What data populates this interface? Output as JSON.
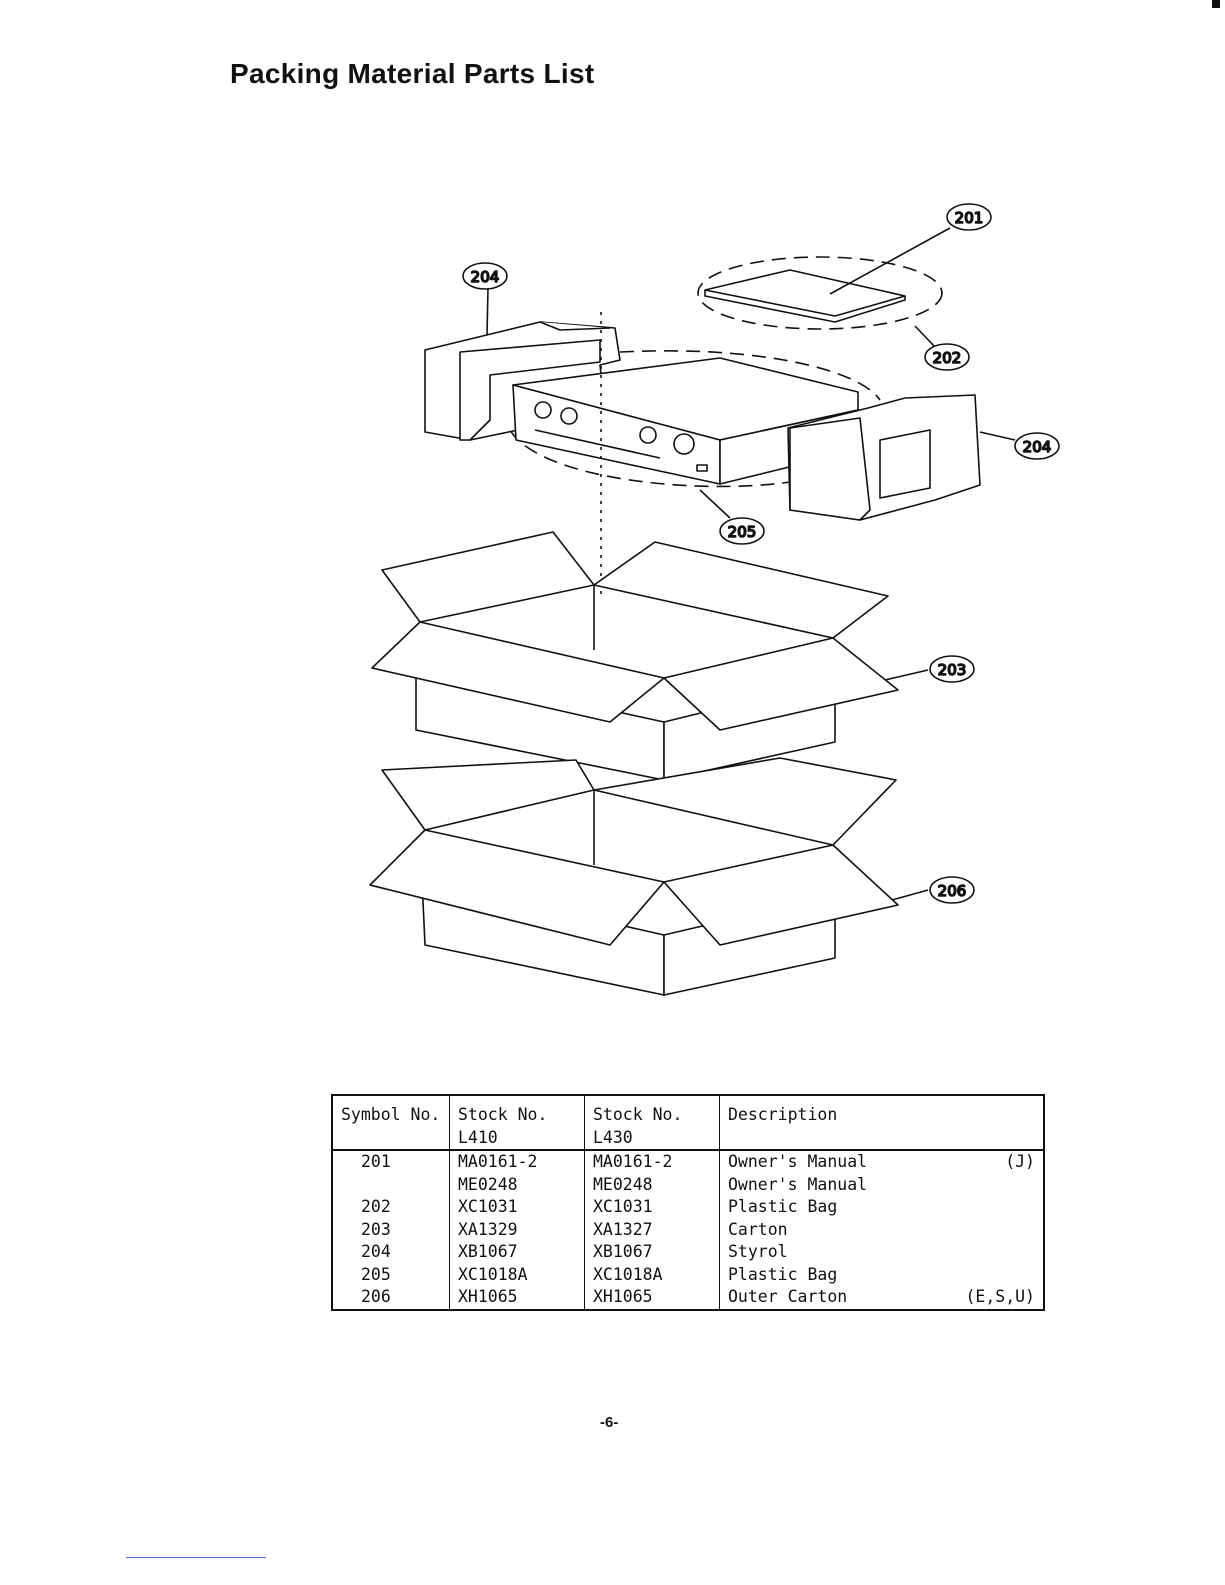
{
  "title": "Packing Material Parts List",
  "diagram": {
    "callouts": [
      "201",
      "202",
      "204",
      "204",
      "205",
      "203",
      "206"
    ]
  },
  "table": {
    "headers": [
      {
        "line1": "Symbol No.",
        "line2": ""
      },
      {
        "line1": "Stock No.",
        "line2": "L410"
      },
      {
        "line1": "Stock No.",
        "line2": "L430"
      },
      {
        "line1": "Description",
        "line2": ""
      }
    ],
    "rows": [
      {
        "symbol": "201",
        "l410": "MA0161-2",
        "l430": "MA0161-2",
        "description": "Owner's Manual",
        "note": "(J)"
      },
      {
        "symbol": "",
        "l410": "ME0248",
        "l430": "ME0248",
        "description": "Owner's Manual",
        "note": ""
      },
      {
        "symbol": "202",
        "l410": "XC1031",
        "l430": "XC1031",
        "description": "Plastic Bag",
        "note": ""
      },
      {
        "symbol": "203",
        "l410": "XA1329",
        "l430": "XA1327",
        "description": "Carton",
        "note": ""
      },
      {
        "symbol": "204",
        "l410": "XB1067",
        "l430": "XB1067",
        "description": "Styrol",
        "note": ""
      },
      {
        "symbol": "205",
        "l410": "XC1018A",
        "l430": "XC1018A",
        "description": "Plastic Bag",
        "note": ""
      },
      {
        "symbol": "206",
        "l410": "XH1065",
        "l430": "XH1065",
        "description": "Outer Carton",
        "note": "(E,S,U)"
      }
    ]
  },
  "page_number": "-6-"
}
